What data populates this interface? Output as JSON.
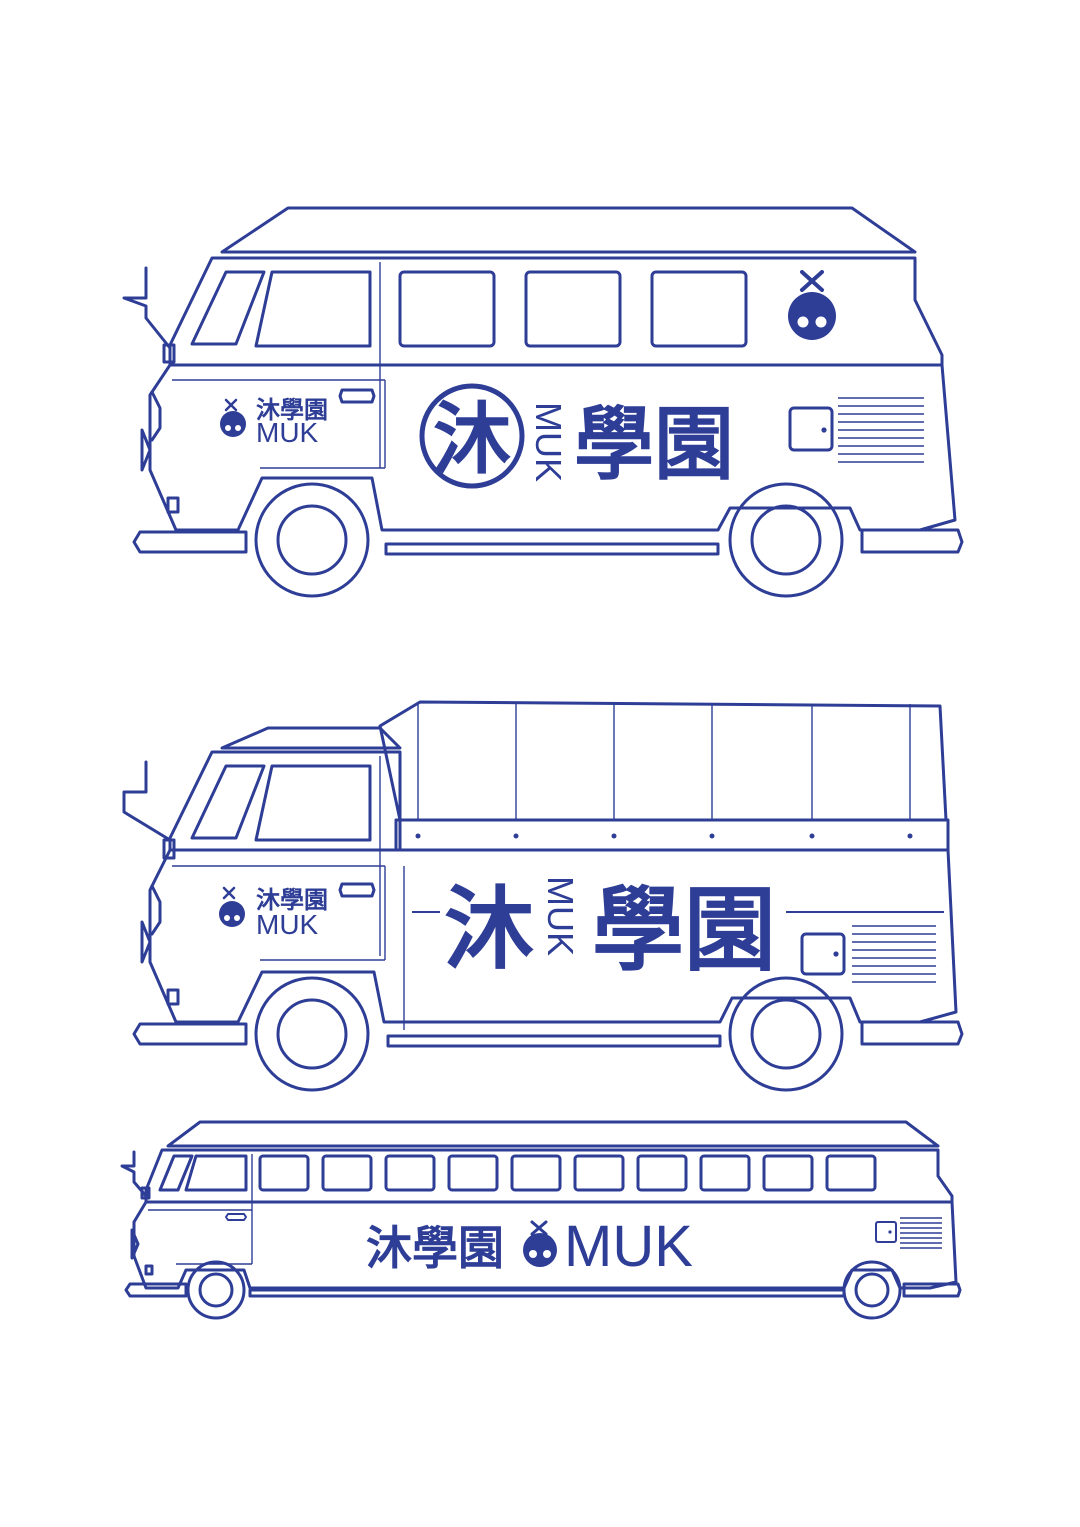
{
  "colors": {
    "ink": "#2e3d96",
    "background": "#ffffff"
  },
  "brand": {
    "name_cjk": "沐學園",
    "char_mu": "沐",
    "char_xue_yuan": "學園",
    "name_latin": "MUK",
    "mascot_icon": "bomb-mascot-icon"
  }
}
